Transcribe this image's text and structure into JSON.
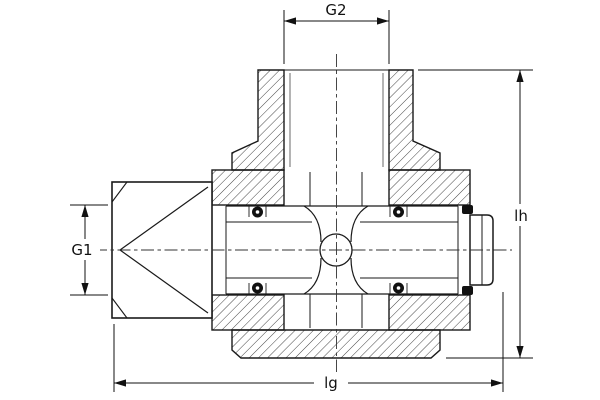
{
  "drawing": {
    "background_color": "#ffffff",
    "line_color": "#1a1a1a",
    "labels": {
      "g2": "G2",
      "g1": "G1",
      "lh": "lh",
      "lg": "lg"
    }
  }
}
